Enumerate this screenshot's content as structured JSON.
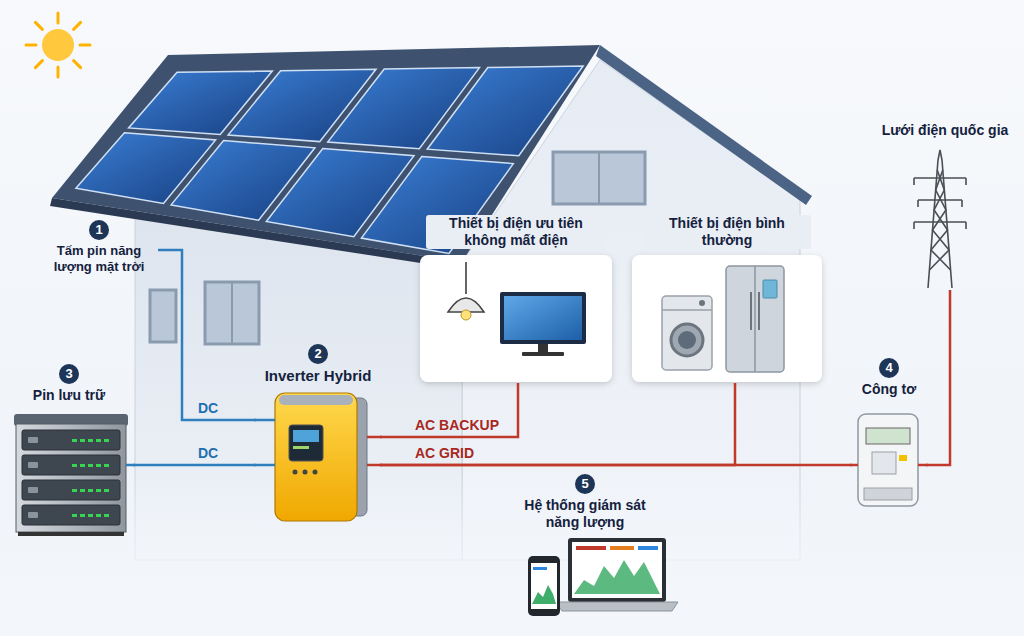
{
  "diagram": {
    "nodes": [
      {
        "text": [
          "1",
          "Tấm pin năng lượng mặt trời"
        ]
      },
      {
        "text": [
          "2",
          "Inverter Hybrid"
        ]
      },
      {
        "text": [
          "3",
          "Pin lưu trữ"
        ]
      },
      {
        "text": [
          "Thiết bị điện ưu tiên không mất điện"
        ]
      },
      {
        "text": [
          "Thiết bị điện bình thường"
        ]
      },
      {
        "text": [
          "4",
          "Công tơ"
        ]
      },
      {
        "text": [
          "Lưới điện quốc gia"
        ]
      },
      {
        "text": [
          "5",
          "Hệ thống giám sát năng lượng"
        ]
      }
    ],
    "edges": [
      {
        "from": 0,
        "to": 1,
        "arrow": "none",
        "label": "DC"
      },
      {
        "from": 2,
        "to": 1,
        "arrow": "none",
        "label": "DC"
      },
      {
        "from": 1,
        "to": 3,
        "arrow": "none",
        "label": "AC BACKUP"
      },
      {
        "from": 1,
        "to": 5,
        "arrow": "none",
        "label": "AC GRID"
      },
      {
        "from": 1,
        "to": 4,
        "arrow": "none"
      },
      {
        "from": 5,
        "to": 6,
        "arrow": "none"
      }
    ]
  }
}
